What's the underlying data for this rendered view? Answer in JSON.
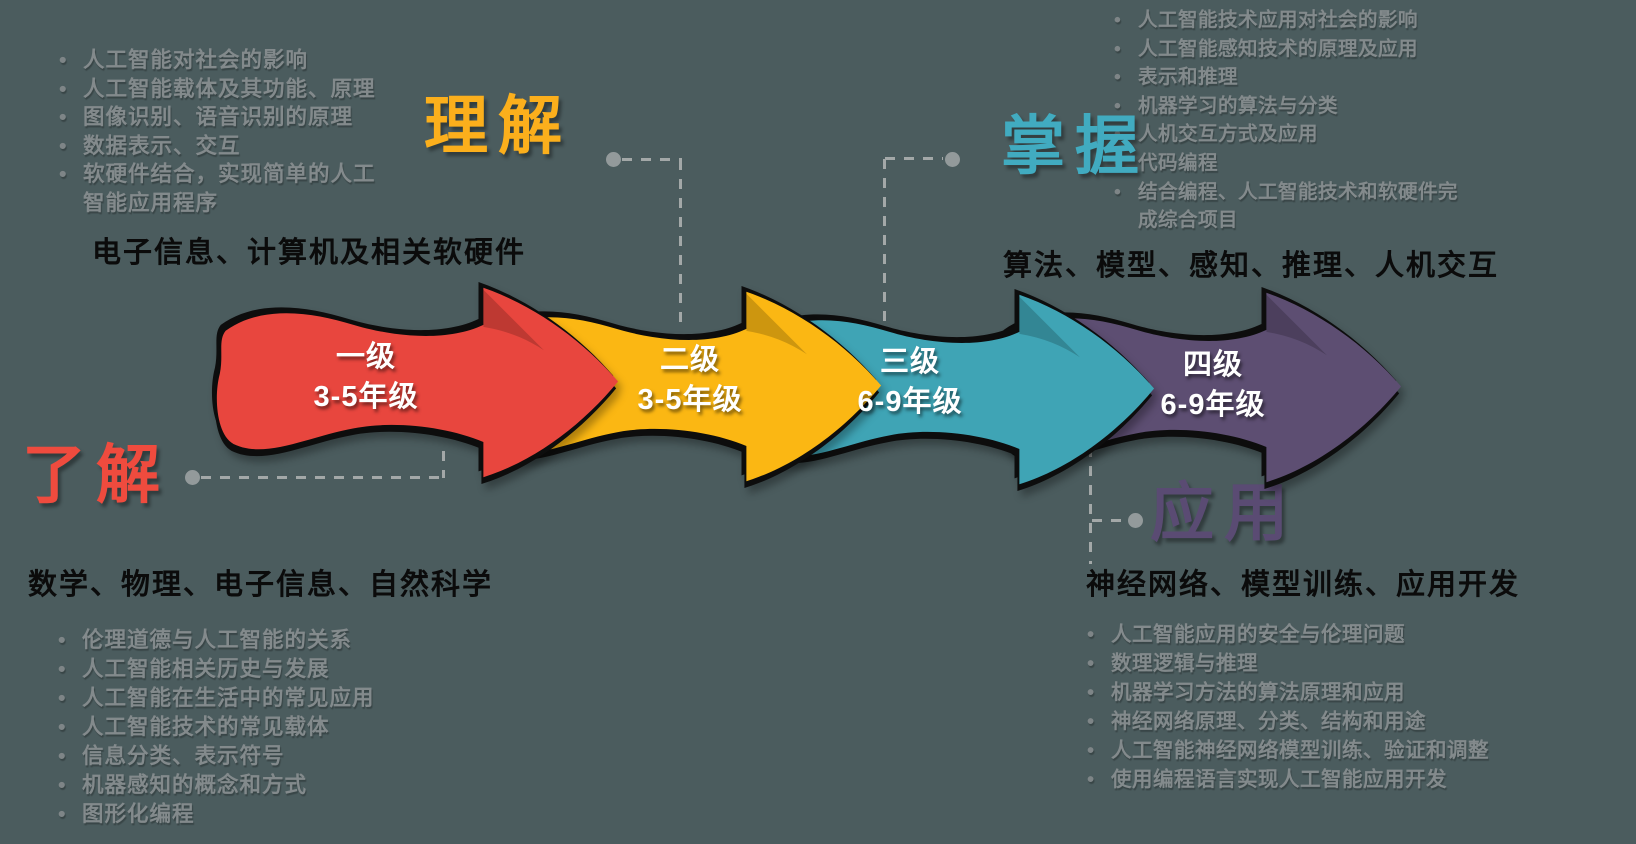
{
  "canvas": {
    "background_color": "#4b5c5e",
    "connector_color": "#a3a8a8",
    "topic_text_color": "#838a8c",
    "focus_text_color": "#0b0b0b",
    "arrow_label_color": "#ffffff"
  },
  "levels": [
    {
      "name": "一级",
      "grade": "3-5年级",
      "keyword": "了解",
      "keyword_color": "#ef4b3e",
      "arrow_color": "#e8463e",
      "focus": "数学、物理、电子信息、自然科学",
      "topics": [
        "伦理道德与人工智能的关系",
        "人工智能相关历史与发展",
        "人工智能在生活中的常见应用",
        "人工智能技术的常见载体",
        "信息分类、表示符号",
        "机器感知的概念和方式",
        "图形化编程"
      ]
    },
    {
      "name": "二级",
      "grade": "3-5年级",
      "keyword": "理解",
      "keyword_color": "#fbaf1c",
      "arrow_color": "#fbb713",
      "focus": "电子信息、计算机及相关软硬件",
      "topics": [
        "人工智能对社会的影响",
        "人工智能载体及其功能、原理",
        "图像识别、语音识别的原理",
        "数据表示、交互",
        "软硬件结合，实现简单的人工智能应用程序"
      ]
    },
    {
      "name": "三级",
      "grade": "6-9年级",
      "keyword": "掌握",
      "keyword_color": "#41abc0",
      "arrow_color": "#3fa4b5",
      "focus": "算法、模型、感知、推理、人机交互",
      "topics": [
        "人工智能技术应用对社会的影响",
        "人工智能感知技术的原理及应用",
        "表示和推理",
        "机器学习的算法与分类",
        "人机交互方式及应用",
        "代码编程",
        "结合编程、人工智能技术和软硬件完成综合项目"
      ]
    },
    {
      "name": "四级",
      "grade": "6-9年级",
      "keyword": "应用",
      "keyword_color": "#5a4b73",
      "arrow_color": "#5d4e72",
      "focus": "神经网络、模型训练、应用开发",
      "topics": [
        "人工智能应用的安全与伦理问题",
        "数理逻辑与推理",
        "机器学习方法的算法原理和应用",
        "神经网络原理、分类、结构和用途",
        "人工智能神经网络模型训练、验证和调整",
        "使用编程语言实现人工智能应用开发"
      ]
    }
  ]
}
